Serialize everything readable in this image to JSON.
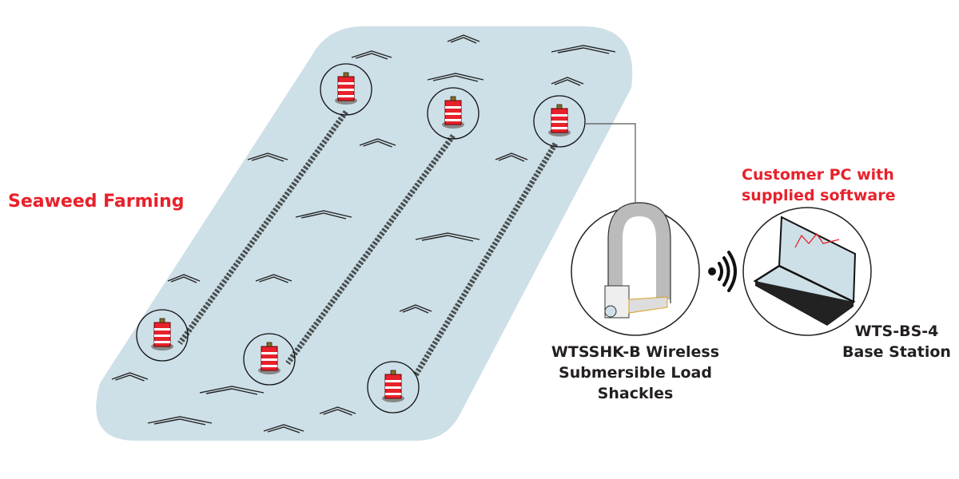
{
  "title": "Seaweed Farming",
  "shackle_label": {
    "line1": "WTSSHK-B Wireless",
    "line2": "Submersible Load Shackles"
  },
  "pc_label": {
    "line1": "Customer PC with",
    "line2": "supplied software"
  },
  "base_station_label": {
    "line1": "WTS-BS-4",
    "line2": "Base Station"
  },
  "colors": {
    "sea": "#cddfe7",
    "accent": "#e8212b",
    "text": "#231f20"
  },
  "buoy_count": 6,
  "seaweed_line_count": 3
}
